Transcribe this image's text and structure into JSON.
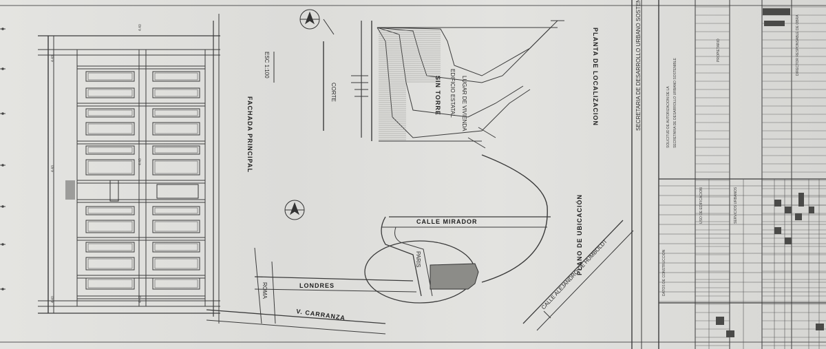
{
  "drawing": {
    "elevation_title": "FACHADA PRINCIPAL",
    "elevation_scale": "ESC 1:100",
    "location_title": "PLANTA DE LOCALIZACION",
    "section_title": "CORTE",
    "site_plan_title": "PLANO DE UBICACIÓN",
    "section_note_lines": [
      "SIN TORRE",
      "EDIFICIO ESTATAL",
      "LUGAR DE VIVIENDA"
    ],
    "north_labels": [
      "N",
      "N"
    ]
  },
  "streets": {
    "calle_mirador": "CALLE MIRADOR",
    "londres": "LONDRES",
    "paris": "PARIS",
    "roma": "ROMA",
    "v_carranza": "V. CARRANZA",
    "alejandro_humboldt": "CALLE ALEJANDRO DE HUMBOLDT"
  },
  "dimension_labels": [
    "4.40",
    "4.40",
    "4.40",
    "4.40",
    "4.40",
    "4.40"
  ],
  "title_block": {
    "ministry": "SECRETARIA DE DESARROLLO URBANO SOSTENIBLE",
    "subtitle_lines": [
      "SOLICITUD DE AUTORIZACION DE LA",
      "SECRETARIA DE DESARROLLO URBANO SOSTENIBLE"
    ],
    "section_services": "SERVICIOS URBANOS",
    "section_use": "USO DE EDIFICACION",
    "section_data": "DATOS DE CONSTRUCCION",
    "owner_header": "PROPIETARIO",
    "director_header": "DIRECTOR RESPONSABLE DE OBRA"
  },
  "colors": {
    "line": "#3a3a3a",
    "paper": "#e2e2df",
    "hatch": "#8a8a86",
    "lot_fill": "#8c8c88"
  }
}
